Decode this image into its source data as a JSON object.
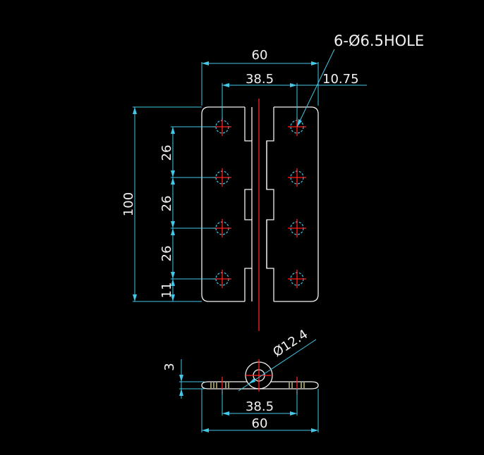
{
  "drawing": {
    "callout_hole": "6-Ø6.5HOLE",
    "dim_width_top": "60",
    "dim_hole_spacing_top": "38.5",
    "dim_edge_offset": "10.75",
    "dim_height": "100",
    "dim_pitch_1": "26",
    "dim_pitch_2": "26",
    "dim_pitch_3": "26",
    "dim_bottom_offset": "11",
    "dim_knuckle_diameter": "Ø12.4",
    "dim_thickness": "3",
    "dim_hole_spacing_bottom": "38.5",
    "dim_width_bottom": "60",
    "colors": {
      "background": "#000000",
      "dimension_lines": "#43c7e6",
      "part_outline": "#f2f2f2",
      "center_lines": "#ff2020",
      "section_hatch": "#f2e89a"
    }
  }
}
